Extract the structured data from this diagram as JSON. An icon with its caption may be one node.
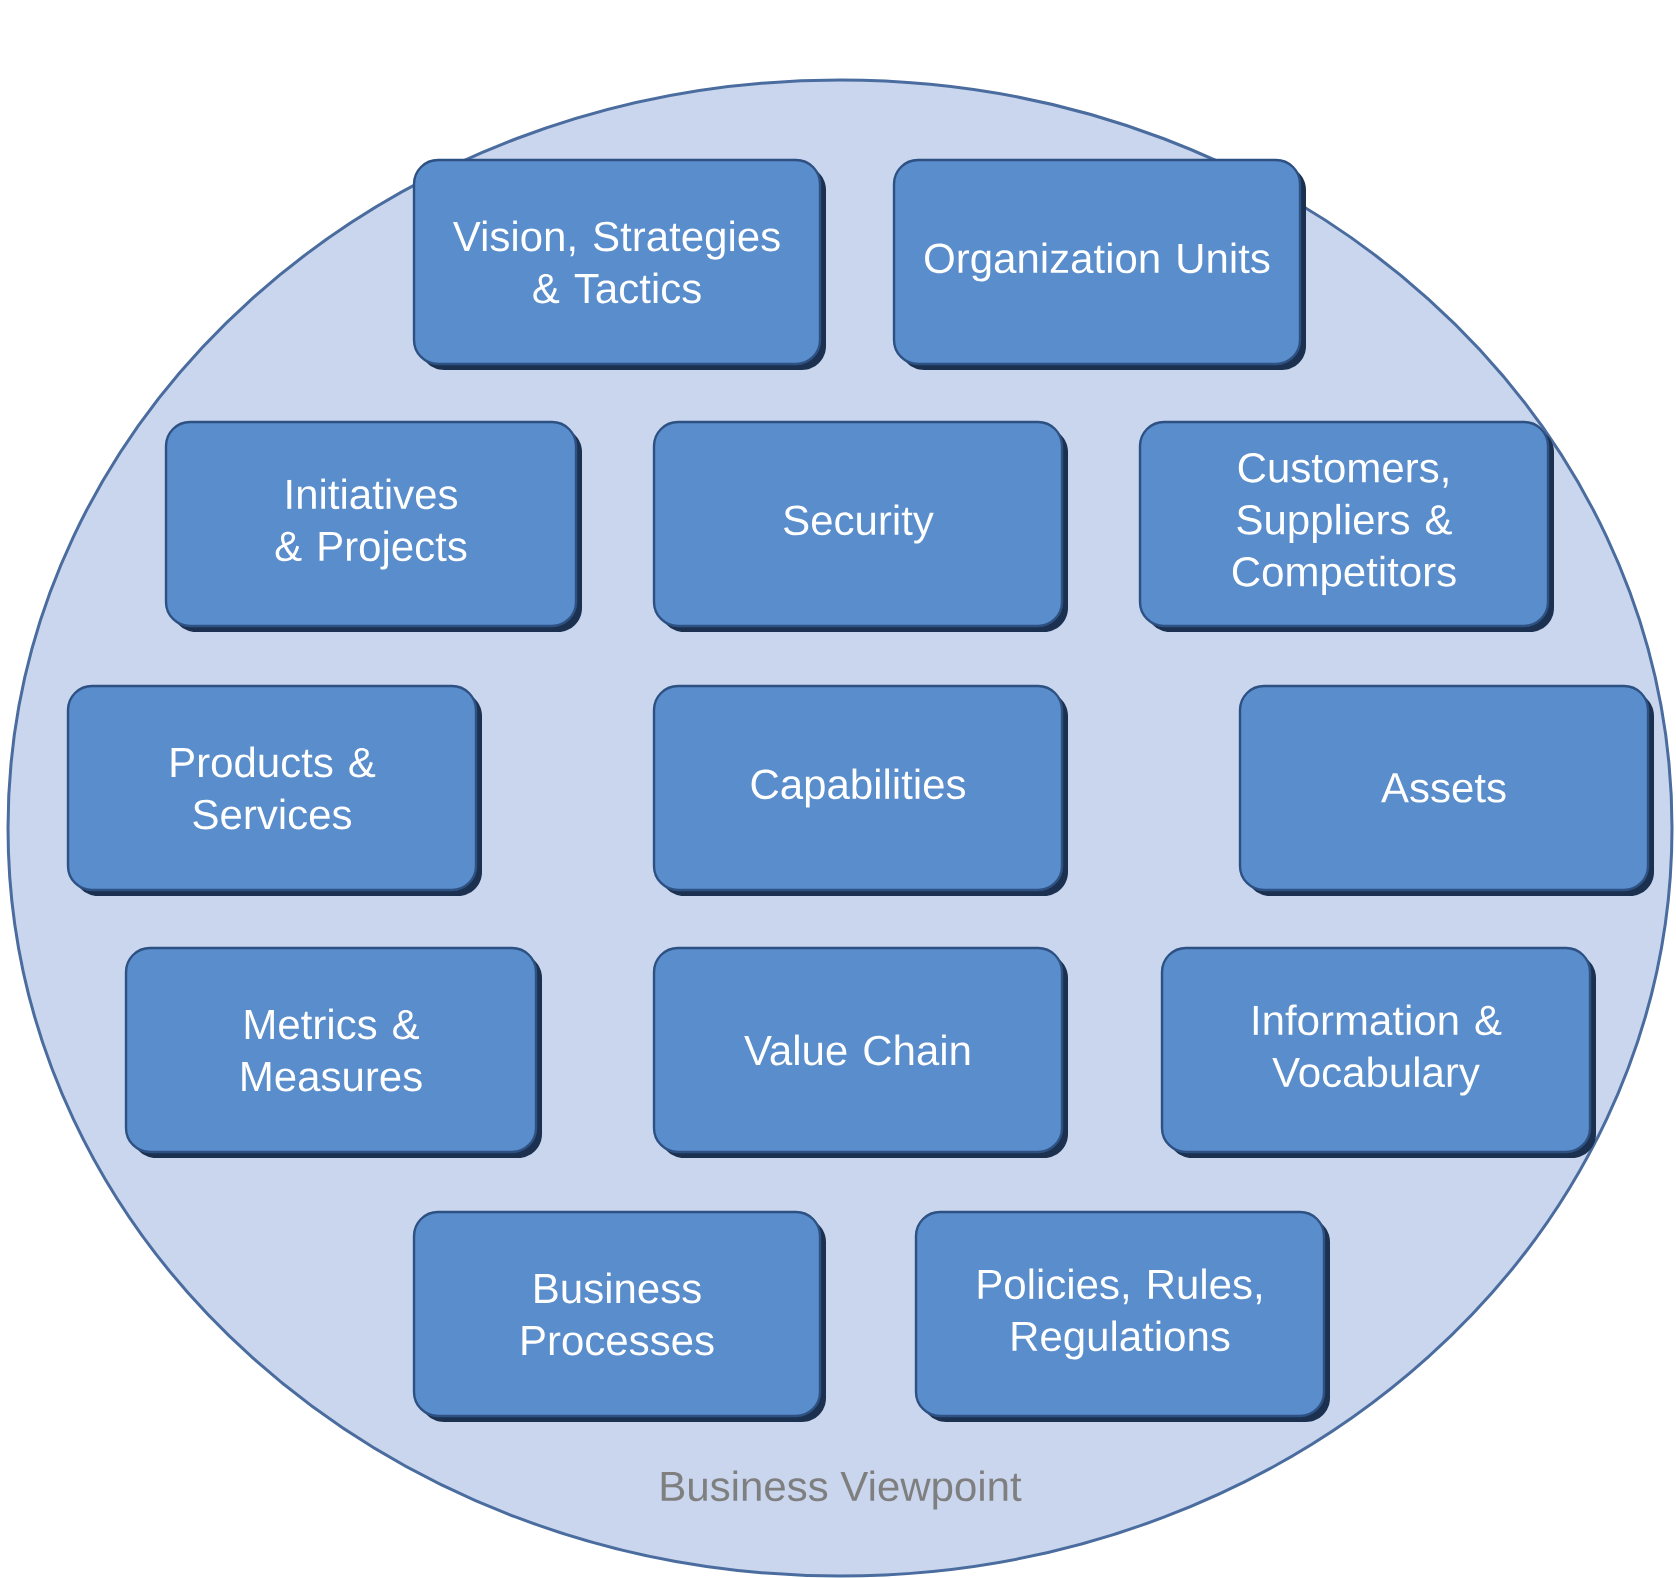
{
  "diagram": {
    "nodes": [
      {
        "text": [
          "Business Viewpoint"
        ]
      },
      {
        "text": [
          "Vision, Strategies & Tactics"
        ],
        "in": 0
      },
      {
        "text": [
          "Organization Units"
        ],
        "in": 0
      },
      {
        "text": [
          "Initiatives & Projects"
        ],
        "in": 0
      },
      {
        "text": [
          "Security"
        ],
        "in": 0
      },
      {
        "text": [
          "Customers, Suppliers & Competitors"
        ],
        "in": 0
      },
      {
        "text": [
          "Products & Services"
        ],
        "in": 0
      },
      {
        "text": [
          "Capabilities"
        ],
        "in": 0
      },
      {
        "text": [
          "Assets"
        ],
        "in": 0
      },
      {
        "text": [
          "Metrics & Measures"
        ],
        "in": 0
      },
      {
        "text": [
          "Value Chain"
        ],
        "in": 0
      },
      {
        "text": [
          "Information & Vocabulary"
        ],
        "in": 0
      },
      {
        "text": [
          "Business Processes"
        ],
        "in": 0
      },
      {
        "text": [
          "Policies, Rules, Regulations"
        ],
        "in": 0
      }
    ]
  }
}
